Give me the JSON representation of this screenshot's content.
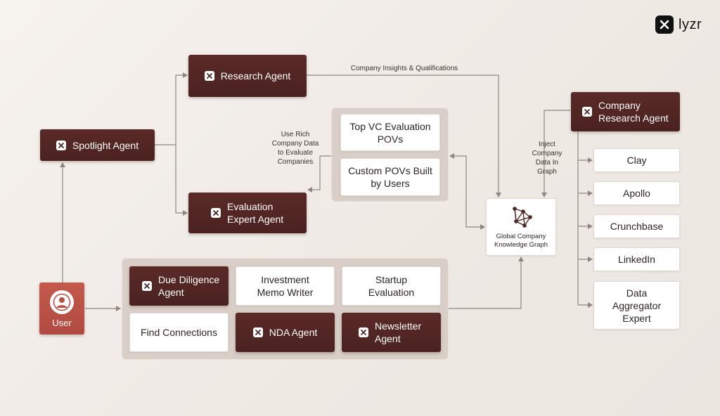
{
  "brand": {
    "name": "lyzr"
  },
  "agents": {
    "spotlight": "Spotlight Agent",
    "research": "Research Agent",
    "evaluation": "Evaluation\nExpert Agent",
    "company_research": "Company\nResearch Agent"
  },
  "povs": {
    "top_vc": "Top VC Evaluation\nPOVs",
    "custom": "Custom POVs Built\nby Users"
  },
  "knowledge_graph": {
    "label": "Global Company\nKnowledge Graph"
  },
  "sources": [
    "Clay",
    "Apollo",
    "Crunchbase",
    "LinkedIn",
    "Data\nAggregator\nExpert"
  ],
  "user": {
    "label": "User"
  },
  "tools": {
    "due_diligence": "Due Diligence\nAgent",
    "investment_memo": "Investment\nMemo Writer",
    "startup_eval": "Startup\nEvaluation",
    "find_connections": "Find Connections",
    "nda": "NDA Agent",
    "newsletter": "Newsletter\nAgent"
  },
  "annotations": {
    "insights": "Company Insights & Qualifications",
    "rich_data": "Use Rich\nCompany Data\nto Evaluate\nCompanies",
    "inject": "Inject\nCompany\nData In\nGraph"
  },
  "colors": {
    "agent_dark": "#4f2523",
    "user_red": "#b84f44",
    "connector": "#8f8681",
    "panel": "#d9cfc8"
  },
  "icons": {
    "agent": "lyzr-knot-icon",
    "user": "user-avatar-icon",
    "graph": "network-graph-icon"
  }
}
